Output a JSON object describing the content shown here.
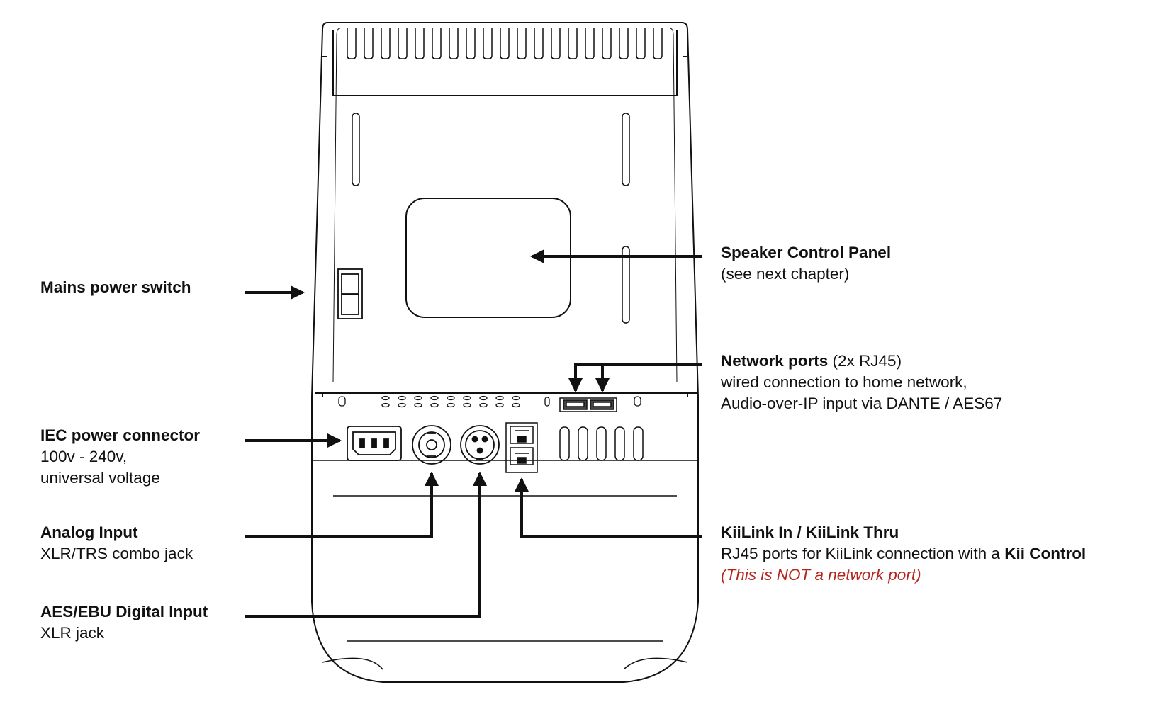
{
  "labels": {
    "mains": {
      "title": "Mains power switch"
    },
    "iec": {
      "title": "IEC power connector",
      "line1": "100v - 240v,",
      "line2": "universal voltage"
    },
    "analog": {
      "title": "Analog Input",
      "line1": "XLR/TRS combo jack"
    },
    "aes": {
      "title": "AES/EBU Digital Input",
      "line1": "XLR jack"
    },
    "panel": {
      "title": "Speaker Control Panel",
      "line1": "(see next chapter)"
    },
    "network": {
      "title": "Network ports",
      "title_suffix": " (2x RJ45)",
      "line1": "wired connection to home network,",
      "line2": "Audio-over-IP input via DANTE / AES67"
    },
    "kiilink": {
      "title": "KiiLink In / KiiLink Thru",
      "line1_prefix": "RJ45 ports for KiiLink connection with a ",
      "line1_bold": "Kii Control",
      "note": "(This is NOT a network port)"
    }
  },
  "colors": {
    "line": "#111111",
    "note": "#b3261e"
  }
}
